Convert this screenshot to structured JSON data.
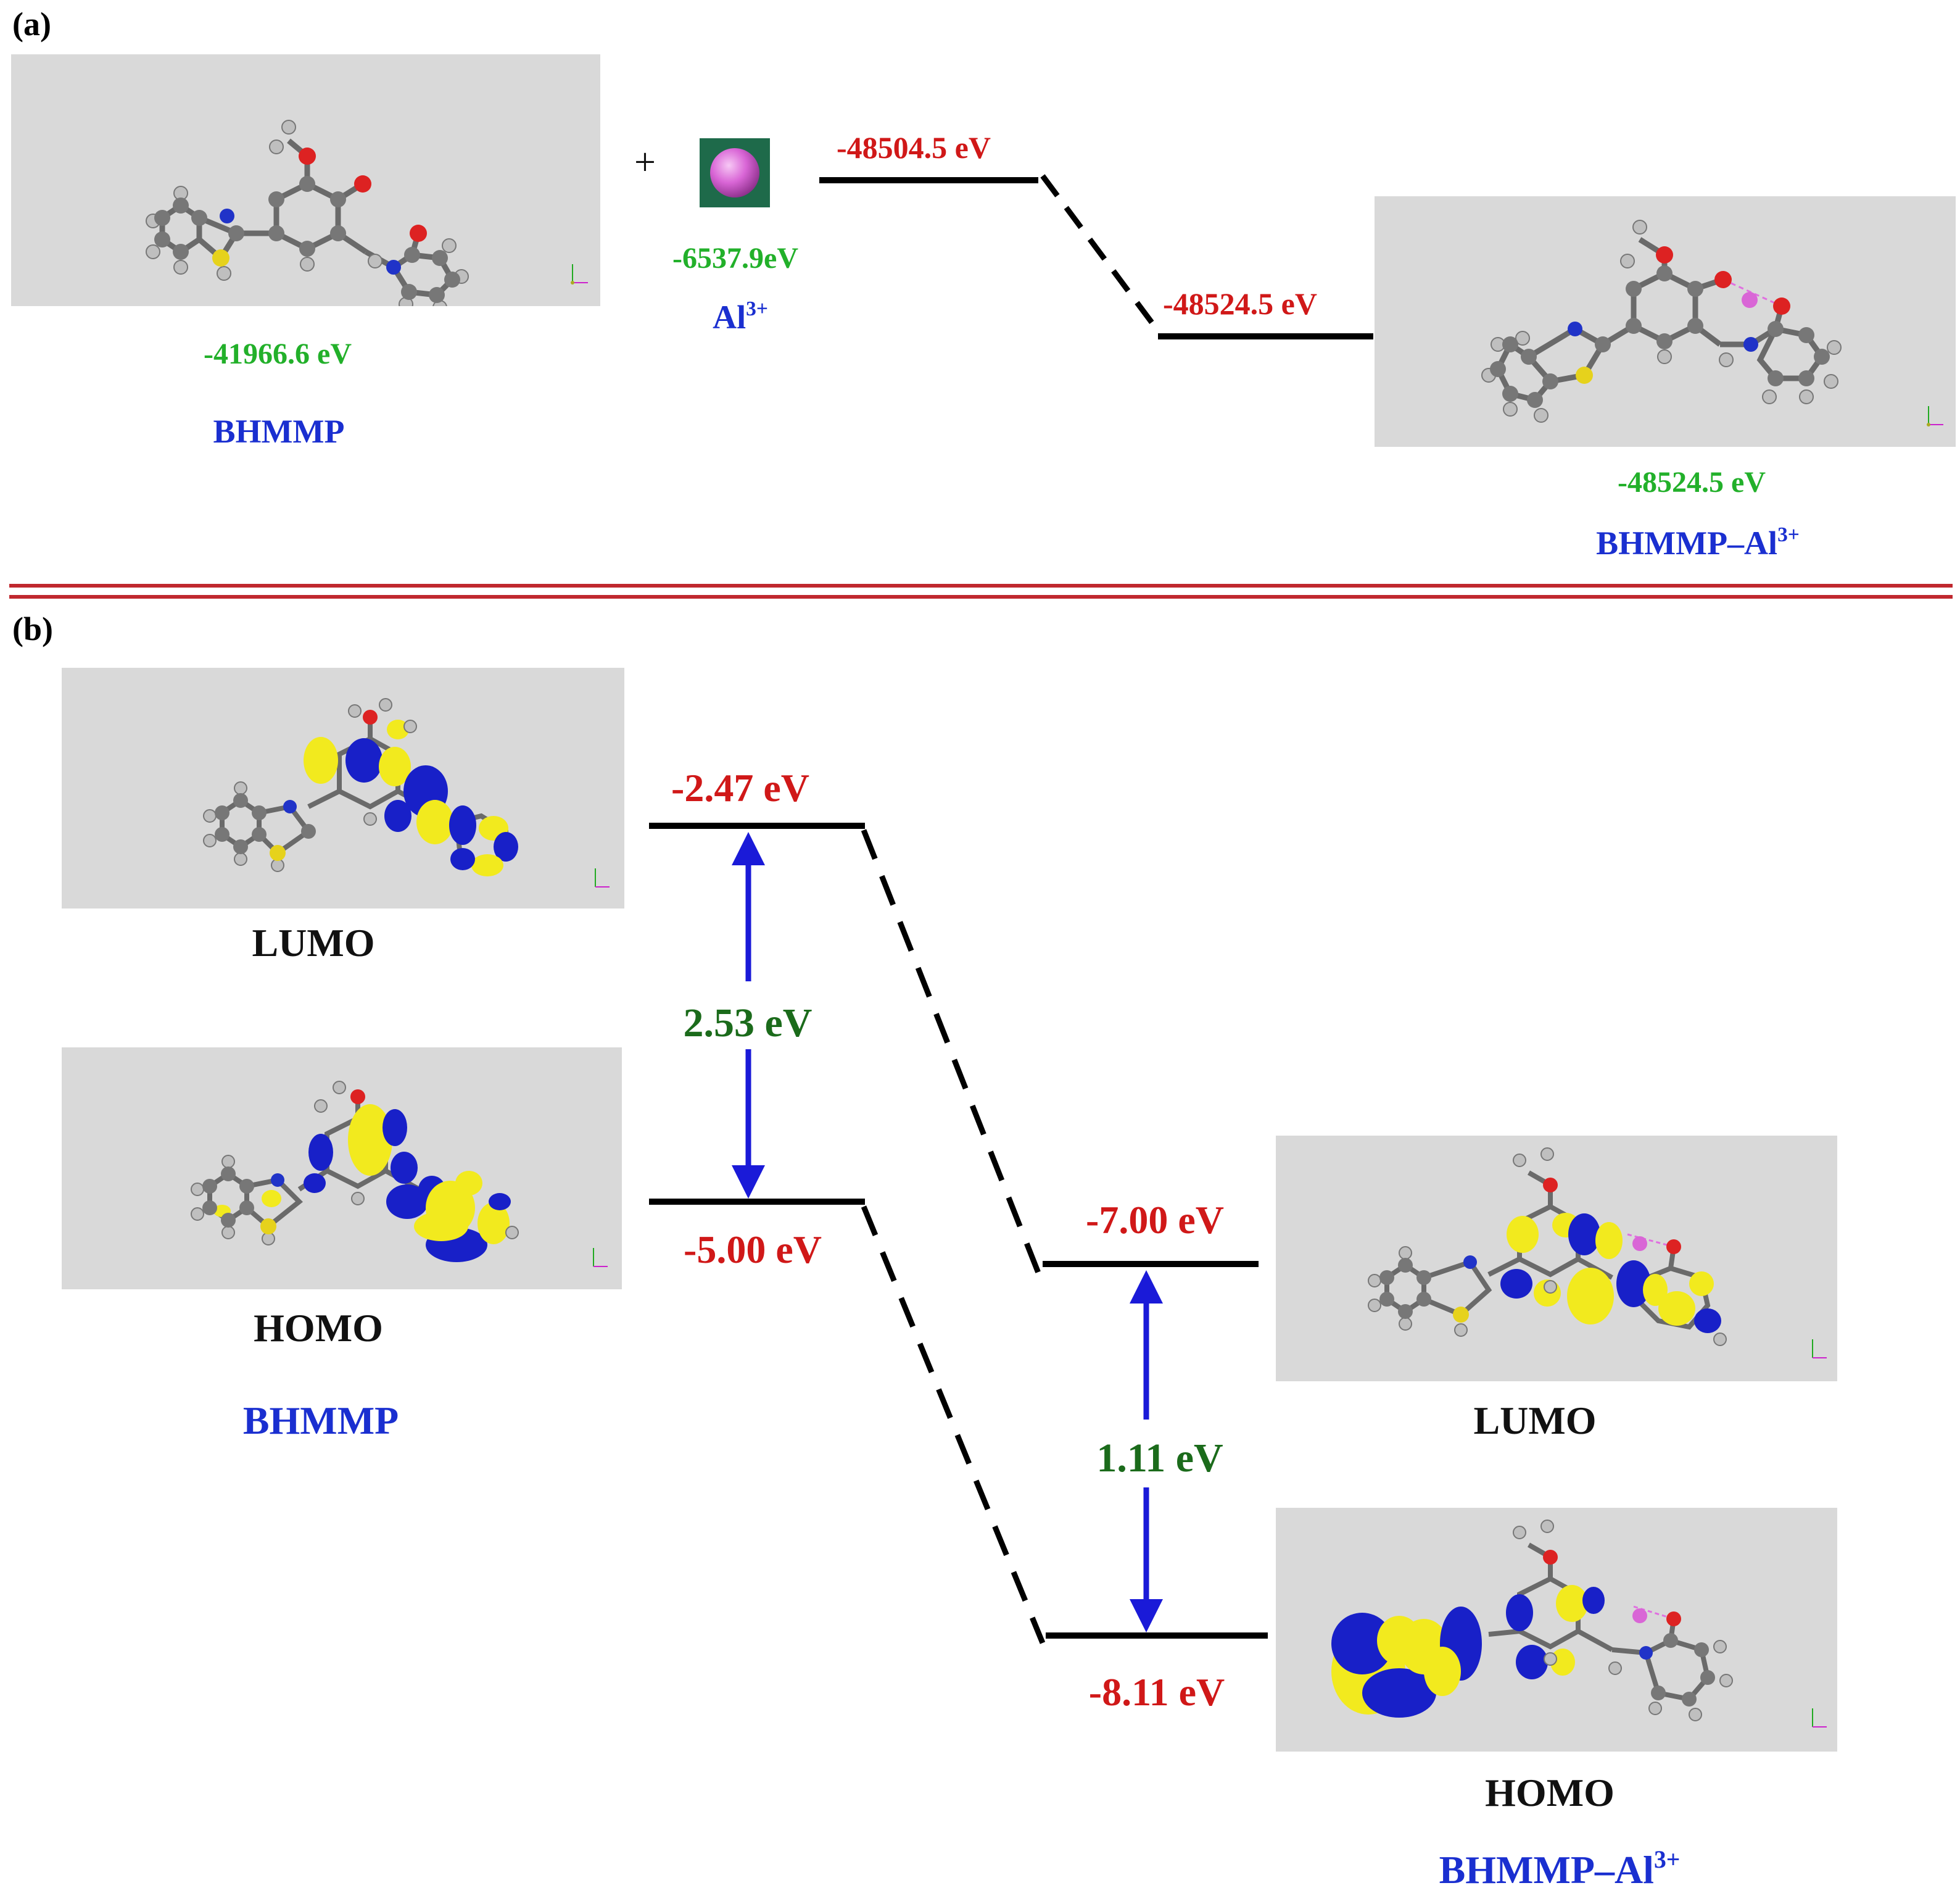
{
  "panel_a": {
    "label": "(a)",
    "plus_sign": "+",
    "ligand": {
      "energy": "-41966.6 eV",
      "name": "BHMMP"
    },
    "ion": {
      "energy": "-6537.9eV",
      "name": "Al",
      "charge": "3+"
    },
    "sum_level": {
      "energy": "-48504.5 eV"
    },
    "complex_level": {
      "energy": "-48524.5 eV"
    },
    "complex": {
      "energy": "-48524.5 eV",
      "name": "BHMMP–Al",
      "charge": "3+"
    }
  },
  "panel_b": {
    "label": "(b)",
    "bhmmp": {
      "lumo_label": "LUMO",
      "homo_label": "HOMO",
      "name": "BHMMP",
      "lumo_energy": "-2.47 eV",
      "homo_energy": "-5.00 eV",
      "gap": "2.53 eV"
    },
    "complex": {
      "lumo_label": "LUMO",
      "homo_label": "HOMO",
      "name": "BHMMP–Al",
      "charge": "3+",
      "lumo_energy": "-7.00 eV",
      "homo_energy": "-8.11 eV",
      "gap": "1.11 eV"
    }
  },
  "colors": {
    "energy_red": "#d01818",
    "energy_green": "#22b02a",
    "gap_green": "#1b6b1b",
    "name_blue": "#1a2fd0",
    "arrow_blue": "#1a1ad8",
    "separator_red": "#c0282e",
    "molecule_background": "#d9d9d9",
    "orbital_yellow": "#f2ea1e",
    "orbital_blue": "#1820c8",
    "al_ion_pink": "#d966d6"
  },
  "icons": [
    "al-ion-sphere-icon",
    "axis-triad-icon",
    "gap-double-arrow-icon"
  ]
}
